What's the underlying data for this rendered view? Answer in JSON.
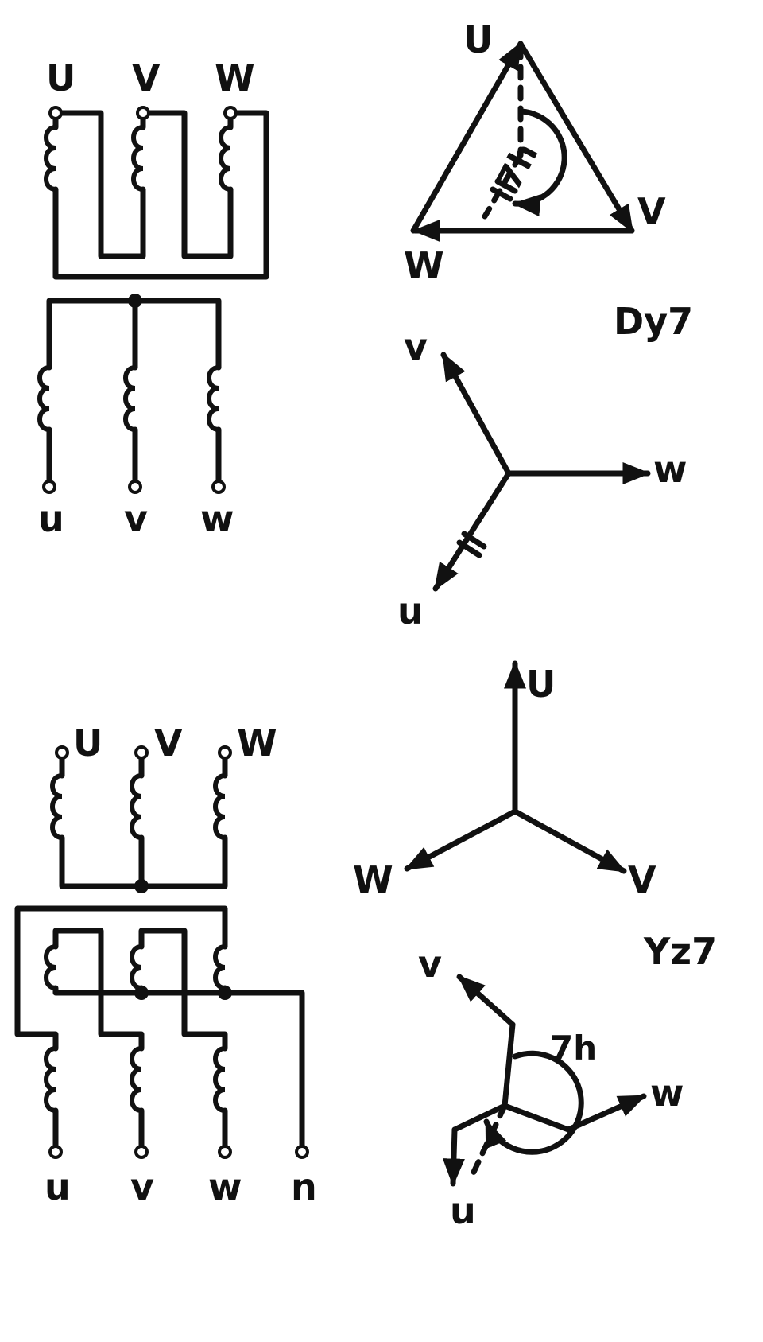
{
  "dy7": {
    "primary_terminals": [
      "U",
      "V",
      "W"
    ],
    "secondary_terminals": [
      "u",
      "v",
      "w"
    ],
    "triangle_labels": {
      "U": "U",
      "V": "V",
      "W": "W"
    },
    "angle_label": "7h",
    "group_label": "Dy7",
    "star_labels": {
      "v": "v",
      "w": "w",
      "u": "u"
    }
  },
  "yz7": {
    "primary_terminals": [
      "U",
      "V",
      "W"
    ],
    "secondary_terminals": [
      "u",
      "v",
      "w",
      "n"
    ],
    "star_labels": {
      "U": "U",
      "V": "V",
      "W": "W"
    },
    "group_label": "Yz7",
    "zigzag_labels": {
      "v": "v",
      "w": "w",
      "u": "u"
    },
    "angle_label": "7h"
  }
}
